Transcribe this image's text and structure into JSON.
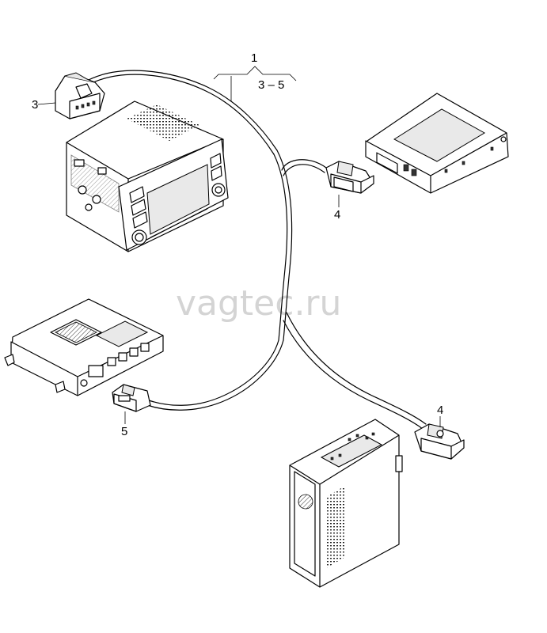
{
  "watermark": "vagtec.ru",
  "callouts": {
    "part_1": "1",
    "part_range": "3 – 5",
    "part_3": "3",
    "part_4_top": "4",
    "part_4_bottom": "4",
    "part_5": "5"
  }
}
